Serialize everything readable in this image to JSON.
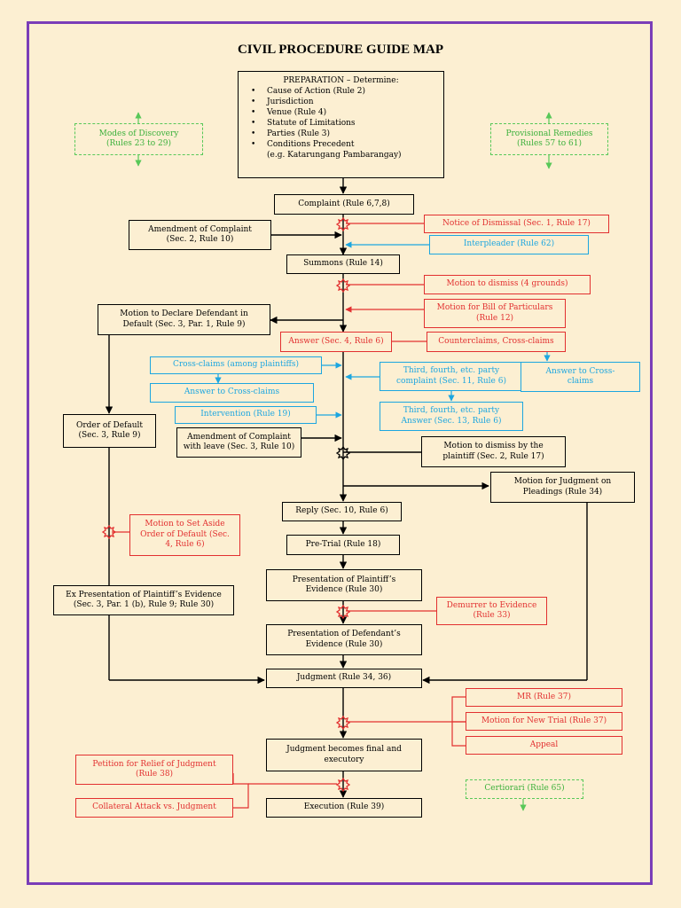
{
  "title": "CIVIL PROCEDURE GUIDE MAP",
  "colors": {
    "main": "#000000",
    "red": "#e23030",
    "blue": "#1ca6e0",
    "green": "#3bb03b",
    "frame": "#7a3db8",
    "background": "#fcefd2"
  },
  "preparation": {
    "heading": "PREPARATION – Determine:",
    "items": [
      "Cause of Action (Rule 2)",
      "Jurisdiction",
      "Venue (Rule 4)",
      "Statute of Limitations",
      "Parties (Rule 3)",
      "Conditions Precedent"
    ],
    "note": "(e.g. Katarungang Pambarangay)"
  },
  "green": {
    "discovery": "Modes of Discovery\n(Rules 23 to 29)",
    "provisional": "Provisional Remedies\n(Rules 57 to 61)",
    "certiorari": "Certiorari (Rule 65)"
  },
  "main": {
    "complaint": "Complaint (Rule 6,7,8)",
    "summons": "Summons (Rule 14)",
    "answer": "Answer (Sec. 4, Rule 6)",
    "reply": "Reply (Sec. 10, Rule 6)",
    "pretrial": "Pre-Trial (Rule 18)",
    "plaintiff_evidence": "Presentation of Plaintiff’s\nEvidence (Rule 30)",
    "defendant_evidence": "Presentation of Defendant’s\nEvidence (Rule 30)",
    "judgment": "Judgment (Rule 34, 36)",
    "final": "Judgment becomes final and\nexecutory",
    "execution": "Execution (Rule 39)"
  },
  "black": {
    "amendment": "Amendment of Complaint\n(Sec. 2, Rule 10)",
    "motion_default": "Motion to Declare Defendant in\nDefault (Sec. 3, Par. 1, Rule 9)",
    "order_default": "Order of Default\n(Sec. 3, Rule 9)",
    "amendment_leave": "Amendment of Complaint\nwith leave (Sec. 3, Rule 10)",
    "dismiss_plaintiff": "Motion to dismiss by the\nplaintiff (Sec. 2, Rule 17)",
    "judgment_pleadings": "Motion for Judgment on\nPleadings (Rule 34)",
    "ex_presentation": "Ex Presentation of Plaintiff’s Evidence\n(Sec. 3, Par. 1 (b), Rule 9; Rule 30)"
  },
  "red": {
    "notice_dismissal": "Notice of Dismissal (Sec. 1, Rule 17)",
    "motion_dismiss": "Motion to dismiss (4 grounds)",
    "bill_particulars": "Motion for Bill of Particulars\n(Rule 12)",
    "counterclaims": "Counterclaims, Cross-claims",
    "set_aside": "Motion to Set Aside\nOrder of Default (Sec.\n4, Rule 6)",
    "demurrer": "Demurrer to Evidence\n(Rule 33)",
    "mr": "MR (Rule 37)",
    "new_trial": "Motion for New Trial (Rule 37)",
    "appeal": "Appeal",
    "relief": "Petition for Relief of Judgment\n(Rule 38)",
    "collateral": "Collateral Attack vs. Judgment"
  },
  "blue": {
    "interpleader": "Interpleader (Rule 62)",
    "crossclaims_plaintiffs": "Cross-claims (among plaintiffs)",
    "answer_crossclaims_left": "Answer to Cross-claims",
    "intervention": "Intervention (Rule 19)",
    "third_party_complaint": "Third, fourth, etc. party\ncomplaint (Sec. 11, Rule 6)",
    "third_party_answer": "Third, fourth, etc. party\nAnswer (Sec. 13, Rule 6)",
    "answer_crossclaims_right": "Answer to Cross-\nclaims"
  }
}
